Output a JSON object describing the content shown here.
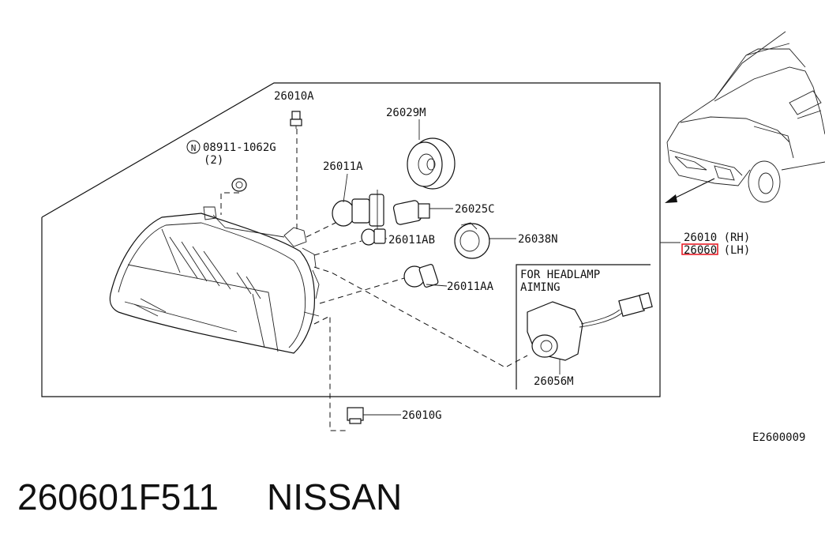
{
  "labels": {
    "p26010A": "26010A",
    "p26029M": "26029M",
    "nut_symbol": "N",
    "p08911": "08911-1062G",
    "p08911_qty": "(2)",
    "p26011A": "26011A",
    "p26025C": "26025C",
    "p26011AB": "26011AB",
    "p26038N": "26038N",
    "p26011AA": "26011AA",
    "rh_part": "26010 (RH)",
    "lh_part": "26060 (LH)",
    "aiming_line1": "FOR HEADLAMP",
    "aiming_line2": "AIMING",
    "p26056M": "26056M",
    "p26010G": "26010G",
    "diagram_code": "E2600009"
  },
  "footer": {
    "part_number": "260601F511",
    "brand": "NISSAN"
  },
  "colors": {
    "line": "#111111",
    "highlight": "#e8202a",
    "background": "#ffffff"
  }
}
